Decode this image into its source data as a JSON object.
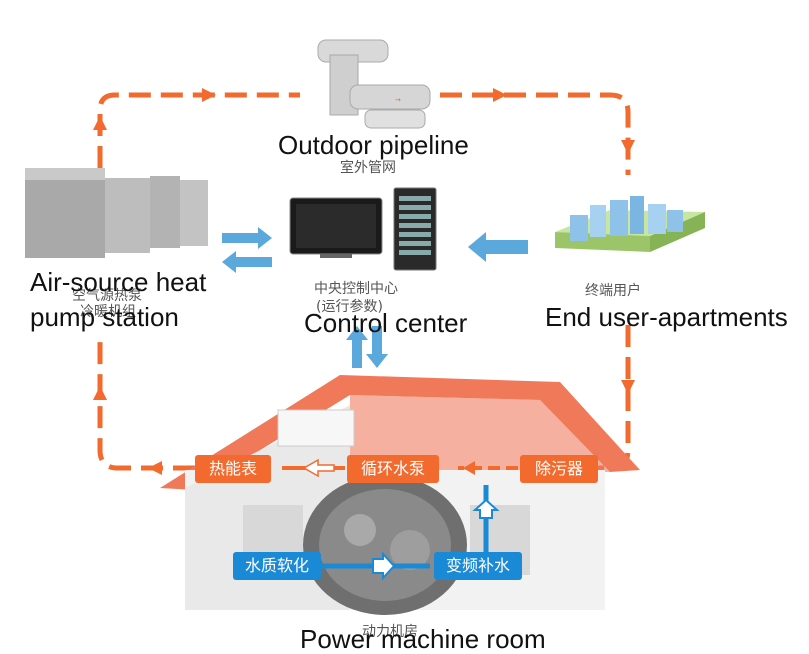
{
  "colors": {
    "flow_orange": "#f26a2e",
    "flow_blue": "#1b8ad6",
    "roof_orange": "#f0795a",
    "wall_white": "#f2f2f2"
  },
  "labels": {
    "outdoor_pipeline": "Outdoor pipeline",
    "outdoor_pipeline_cn": "室外管网",
    "heat_pump_line1": "Air-source heat",
    "heat_pump_line2": "pump station",
    "heat_pump_cn_line1": "空气源热泵",
    "heat_pump_cn_line2": "冷暖机组",
    "control_center": "Control center",
    "control_center_cn_line1": "中央控制中心",
    "control_center_cn_line2": "(运行参数)",
    "end_user": "End user-apartments",
    "end_user_cn": "终端用户",
    "power_room": "Power machine room",
    "power_room_cn": "动力机房"
  },
  "boxes": {
    "heat_meter": "热能表",
    "circulation_pump": "循环水泵",
    "decontaminator": "除污器",
    "water_softening": "水质软化",
    "variable_freq_makeup": "变频补水"
  },
  "icons": {
    "pipeline": "pipe-icon",
    "heat_pump": "heat-pump-unit-icon",
    "monitor": "monitor-icon",
    "server": "server-rack-icon",
    "buildings": "apartment-buildings-icon",
    "house": "house-icon"
  }
}
